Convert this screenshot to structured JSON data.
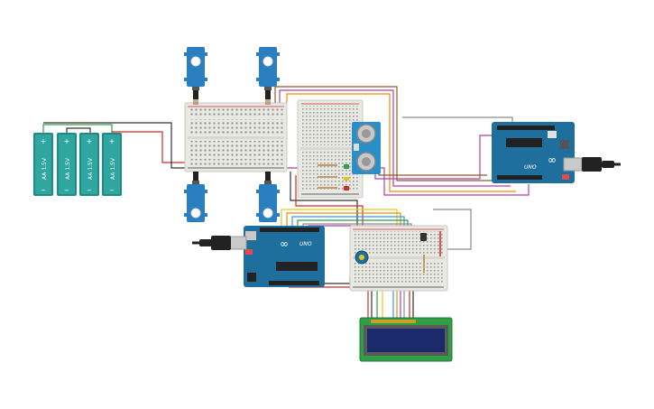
{
  "batteries": [
    {
      "label": "AA 1.5V",
      "plus": "+",
      "minus": "−"
    },
    {
      "label": "AA 1.5V",
      "plus": "+",
      "minus": "−"
    },
    {
      "label": "AA 1.5V",
      "plus": "+",
      "minus": "−"
    },
    {
      "label": "AA 1.5V",
      "plus": "+",
      "minus": "−"
    }
  ],
  "arduino_right": {
    "brand": "UNO",
    "logo": "∞"
  },
  "arduino_bottom": {
    "brand": "UNO",
    "logo": "∞"
  },
  "colors": {
    "board": "#1f6f9e",
    "battery": "#2fa7a0",
    "breadboard": "#e9e9e4",
    "wire_red": "#d62828",
    "wire_black": "#333333",
    "wire_purple": "#b23fa8",
    "wire_brown": "#8c5a2b",
    "wire_green": "#2f9e44",
    "wire_yellow": "#e6c619",
    "wire_orange": "#f08c00",
    "wire_blue": "#339af0",
    "wire_gray": "#8a8a8a",
    "lcd_screen": "#1b2a6b",
    "servo": "#2a7fc1"
  }
}
